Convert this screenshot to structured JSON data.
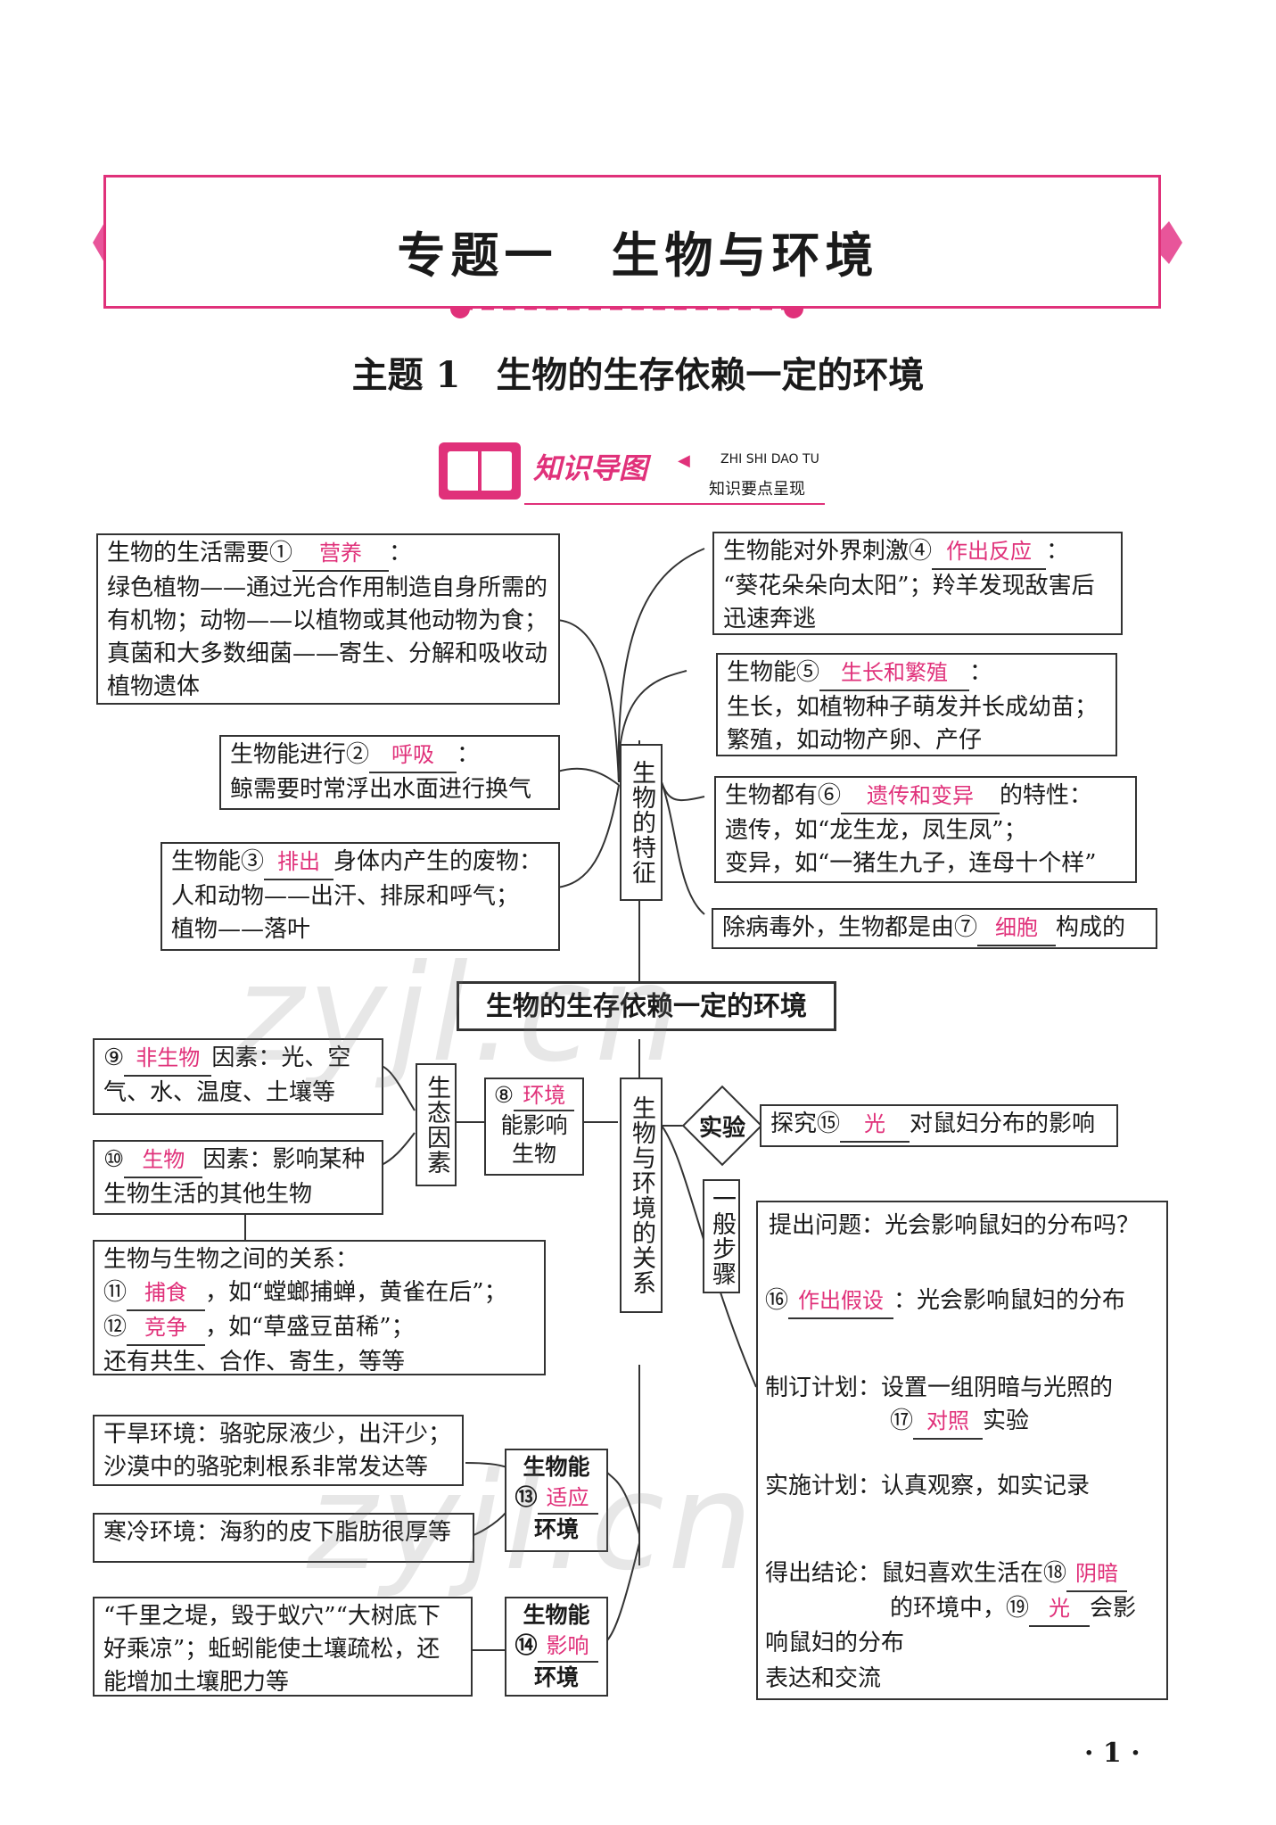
{
  "header": {
    "chapter_title": "专题一　生物与环境",
    "topic_title": "主题 1　生物的生存依赖一定的环境",
    "banner_title": "知识导图",
    "banner_pinyin": "ZHI SHI DAO TU",
    "banner_subtitle": "知识要点呈现"
  },
  "center": {
    "main_node": "生物的生存依赖一定的环境",
    "features_node": "生物的特征",
    "relations_node": "生物与环境的关系"
  },
  "features": {
    "f1": {
      "pre": "生物的生活需要①",
      "ans": "营养",
      "post": "：",
      "body": "绿色植物——通过光合作用制造自身所需的有机物；动物——以植物或其他动物为食；真菌和大多数细菌——寄生、分解和吸收动植物遗体"
    },
    "f2": {
      "pre": "生物能进行②",
      "ans": "呼吸",
      "post": "：",
      "body": "鲸需要时常浮出水面进行换气"
    },
    "f3": {
      "pre": "生物能③",
      "ans": "排出",
      "post": "身体内产生的废物：",
      "body1": "人和动物——出汗、排尿和呼气；",
      "body2": "植物——落叶"
    },
    "f4": {
      "pre": "生物能对外界刺激④",
      "ans": "作出反应",
      "post": "：",
      "body": "“葵花朵朵向太阳”；羚羊发现敌害后迅速奔逃"
    },
    "f5": {
      "pre": "生物能⑤",
      "ans": "生长和繁殖",
      "post": "：",
      "body1": "生长，如植物种子萌发并长成幼苗；",
      "body2": "繁殖，如动物产卵、产仔"
    },
    "f6": {
      "pre": "生物都有⑥",
      "ans": "遗传和变异",
      "post": "的特性：",
      "body1": "遗传，如“龙生龙，凤生凤”；",
      "body2": "变异，如“一猪生九子，连母十个样”"
    },
    "f7": {
      "pre": "除病毒外，生物都是由⑦",
      "ans": "细胞",
      "post": "构成的"
    }
  },
  "ecology": {
    "factor_node": "生态因素",
    "env_affects": {
      "num": "⑧",
      "ans": "环境",
      "line2": "能影响",
      "line3": "生物"
    },
    "f9": {
      "num": "⑨",
      "ans": "非生物",
      "post": "因素：光、空气、水、温度、土壤等"
    },
    "f10": {
      "num": "⑩",
      "ans": "生物",
      "post": "因素：影响某种生物生活的其他生物"
    },
    "rel": {
      "title": "生物与生物之间的关系：",
      "r11_num": "⑪",
      "r11_ans": "捕食",
      "r11_post": "，如“螳螂捕蝉，黄雀在后”；",
      "r12_num": "⑫",
      "r12_ans": "竞争",
      "r12_post": "，如“草盛豆苗稀”；",
      "other": "还有共生、合作、寄生，等等"
    },
    "adapt": {
      "line1": "生物能",
      "num": "⑬",
      "ans": "适应",
      "line3": "环境"
    },
    "affect": {
      "line1": "生物能",
      "num": "⑭",
      "ans": "影响",
      "line3": "环境"
    },
    "dry": "干旱环境：骆驼尿液少，出汗少；沙漠中的骆驼刺根系非常发达等",
    "cold": "寒冷环境：海豹的皮下脂肪很厚等",
    "proverb": "“千里之堤，毁于蚁穴”“大树底下好乘凉”；蚯蚓能使土壤疏松，还能增加土壤肥力等"
  },
  "experiment": {
    "diamond": "实验",
    "explore_pre": "探究⑮",
    "explore_ans": "光",
    "explore_post": "对鼠妇分布的影响",
    "steps_label": "一般步骤",
    "s1": "提出问题：光会影响鼠妇的分布吗？",
    "s2_num": "⑯",
    "s2_ans": "作出假设",
    "s2_post": "：光会影响鼠妇的分布",
    "s3_pre": "制订计划：设置一组阴暗与光照的",
    "s3_num": "⑰",
    "s3_ans": "对照",
    "s3_post": "实验",
    "s4": "实施计划：认真观察，如实记录",
    "s5_pre": "得出结论：鼠妇喜欢生活在⑱",
    "s5_ans": "阴暗",
    "s5_mid": "的环境中，⑲",
    "s5_ans2": "光",
    "s5_post": "会影响鼠妇的分布",
    "s6": "表达和交流"
  },
  "watermark": "zyjl.cn",
  "page_number": "· 1 ·",
  "colors": {
    "accent": "#e0317a",
    "line": "#333333"
  }
}
